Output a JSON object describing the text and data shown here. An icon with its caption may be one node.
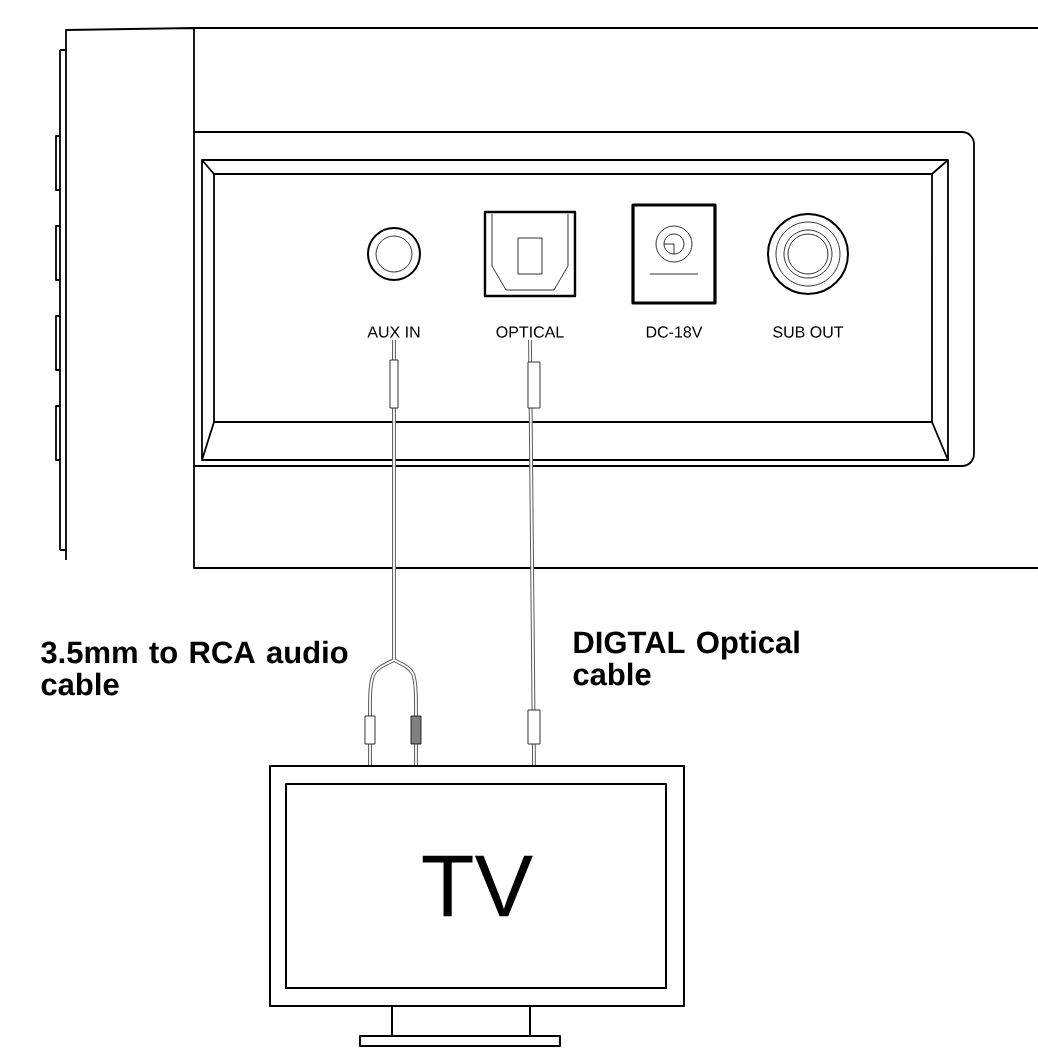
{
  "diagram": {
    "nodes": [
      {
        "text": [
          "AUX IN"
        ]
      },
      {
        "text": [
          "OPTICAL"
        ]
      },
      {
        "text": [
          "DC-18V"
        ]
      },
      {
        "text": [
          "SUB OUT"
        ]
      },
      {
        "text": [
          "TV"
        ]
      }
    ],
    "edges": [
      {
        "from": 0,
        "to": 4,
        "arrow": "none",
        "label": "3.5mm to RCA audio cable"
      },
      {
        "from": 1,
        "to": 4,
        "arrow": "none",
        "label": "DIGTAL Optical cable"
      }
    ]
  }
}
